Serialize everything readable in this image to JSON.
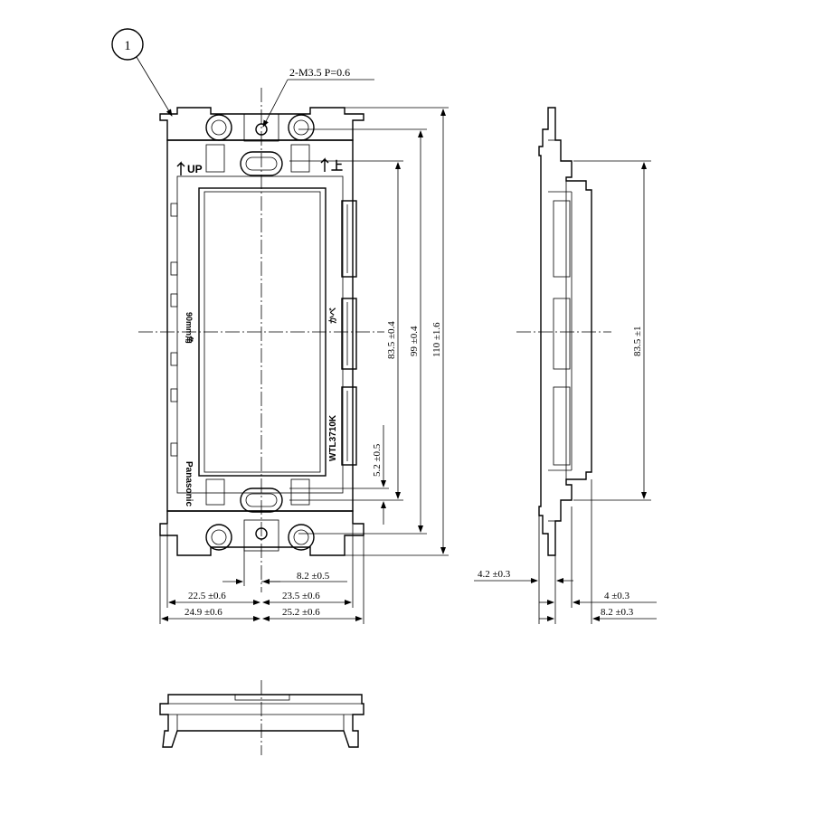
{
  "callout": {
    "number": "1"
  },
  "screw_note": "2-M3.5 P=0.6",
  "front_view": {
    "up_mark_left": "UP",
    "up_mark_right": "上",
    "brand": "Panasonic",
    "model": "WTL3710K",
    "pitch_text": "90mm角",
    "side_mark": "かべ"
  },
  "dimensions": {
    "d_83_5_04": "83.5 ±0.4",
    "d_99_04": "99 ±0.4",
    "d_110_16": "110 ±1.6",
    "d_5_2_05": "5.2 ±0.5",
    "d_8_2_05": "8.2 ±0.5",
    "d_22_5_06": "22.5 ±0.6",
    "d_23_5_06": "23.5 ±0.6",
    "d_24_9_06": "24.9 ±0.6",
    "d_25_2_06": "25.2 ±0.6",
    "d_83_5_1": "83.5 ±1",
    "d_4_2_03": "4.2 ±0.3",
    "d_4_03": "4 ±0.3",
    "d_8_2_03": "8.2 ±0.3"
  }
}
